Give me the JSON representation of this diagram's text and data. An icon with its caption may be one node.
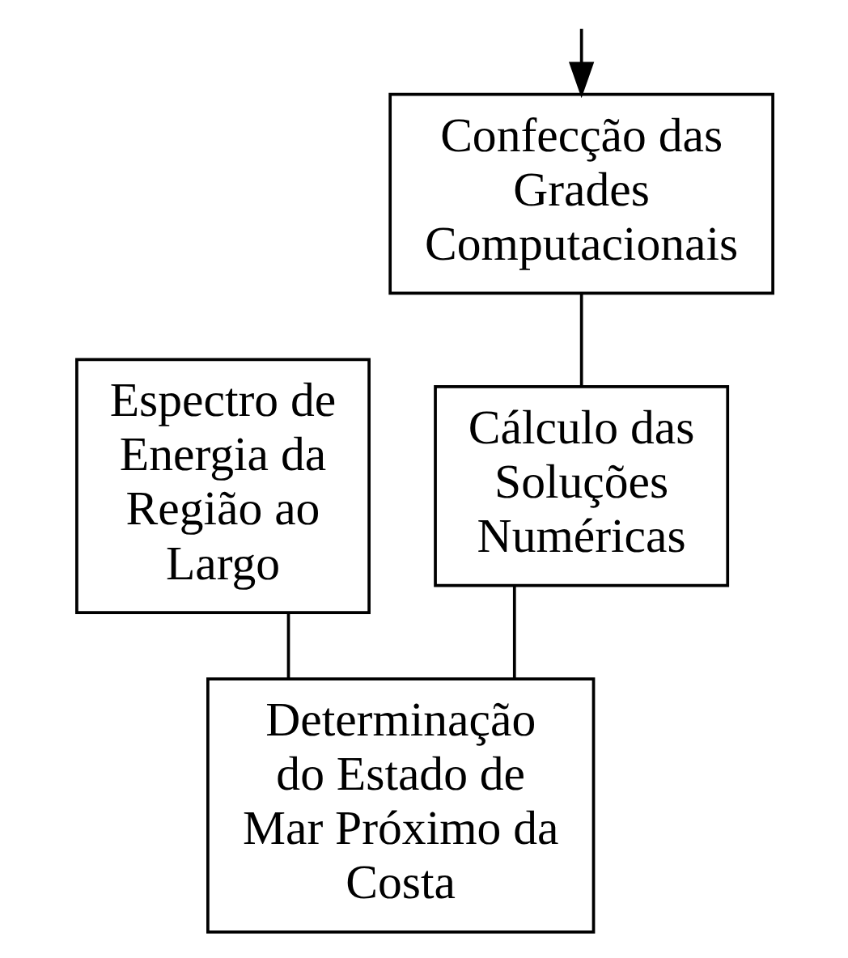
{
  "diagram": {
    "nodes": [
      {
        "text": [
          "Confecção das Grades Computacionais"
        ]
      },
      {
        "text": [
          "Cálculo das Soluções Numéricas"
        ]
      },
      {
        "text": [
          "Espectro de Energia da Região ao Largo"
        ]
      },
      {
        "text": [
          "Determinação do Estado de Mar Próximo da Costa"
        ]
      }
    ],
    "edges": [
      {
        "from": null,
        "to": 0,
        "arrow": "to"
      },
      {
        "from": 0,
        "to": 1,
        "arrow": "none"
      },
      {
        "from": 1,
        "to": 3,
        "arrow": "none"
      },
      {
        "from": 2,
        "to": 3,
        "arrow": "none"
      }
    ]
  }
}
